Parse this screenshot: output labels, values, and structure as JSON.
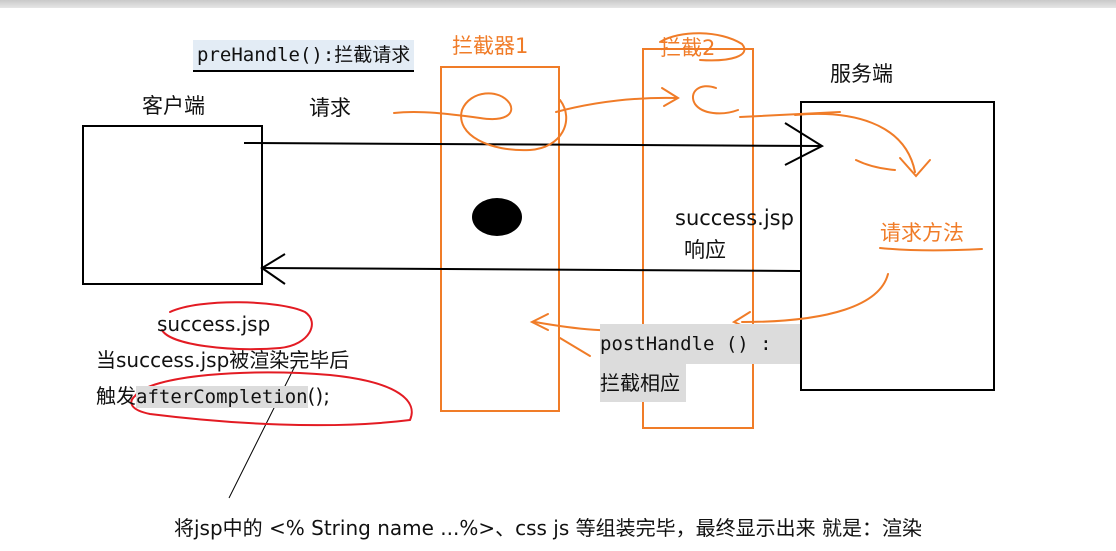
{
  "labels": {
    "prehandle": "preHandle():拦截请求",
    "interceptor1": "拦截器1",
    "interceptor2": "拦截2",
    "server": "服务端",
    "client": "客户端",
    "request": "请求",
    "success_jsp_right": "success.jsp",
    "response": "响应",
    "request_method": "请求方法",
    "success_jsp_left": "success.jsp",
    "when_rendered": "当success.jsp被渲染完毕后",
    "trigger_prefix": "触发",
    "after_completion": "afterCompletion",
    "after_completion_suffix": "();",
    "post_handle": "postHandle () :",
    "intercept_response": "拦截相应",
    "bottom_note": "将jsp中的 <% String name  ...%>、css  js  等组装完毕，最终显示出来 就是：渲染"
  },
  "colors": {
    "annotation": "#f07c28",
    "box": "#000000",
    "highlight_bg": "#dcdcdc"
  }
}
